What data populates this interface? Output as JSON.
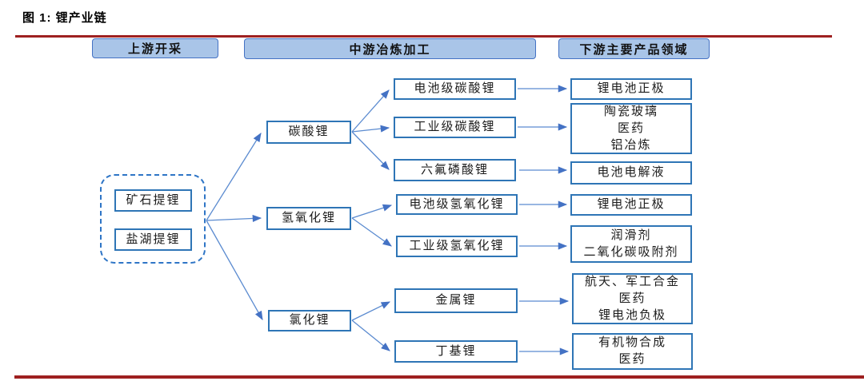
{
  "figure": {
    "title": "图 1: 锂产业链"
  },
  "colors": {
    "node_border_blue": "#2e75b6",
    "header_fill_blue": "#a9c5e8",
    "header_border_blue": "#4472c4",
    "connector_blue": "#4472c4",
    "rule_red": "#9e2020"
  },
  "stage_headers": {
    "upstream": "上游开采",
    "midstream": "中游冶炼加工",
    "downstream": "下游主要产品领域"
  },
  "upstream": {
    "ore_extraction": "矿石提锂",
    "brine_extraction": "盐湖提锂"
  },
  "midstream": {
    "lithium_carbonate": "碳酸锂",
    "lithium_hydroxide": "氢氧化锂",
    "lithium_chloride": "氯化锂"
  },
  "refined_products": {
    "battery_grade_carbonate": "电池级碳酸锂",
    "industrial_grade_carbonate": "工业级碳酸锂",
    "lithium_hexafluorophosphate": "六氟磷酸锂",
    "battery_grade_hydroxide": "电池级氢氧化锂",
    "industrial_grade_hydroxide": "工业级氢氧化锂",
    "lithium_metal": "金属锂",
    "butyllithium": "丁基锂"
  },
  "downstream": {
    "cathode_1": "锂电池正极",
    "ceramics_pharma_aluminum": {
      "lines": [
        "陶瓷玻璃",
        "医药",
        "铝冶炼"
      ]
    },
    "electrolyte": "电池电解液",
    "cathode_2": "锂电池正极",
    "lubricant_adsorbent": {
      "lines": [
        "润滑剂",
        "二氧化碳吸附剂"
      ]
    },
    "aerospace_alloy": {
      "lines": [
        "航天、军工合金",
        "医药",
        "锂电池负极"
      ]
    },
    "organic_synthesis": {
      "lines": [
        "有机物合成",
        "医药"
      ]
    }
  },
  "connections": [
    {
      "from": "矿石提锂/盐湖提锂",
      "to": "碳酸锂"
    },
    {
      "from": "矿石提锂/盐湖提锂",
      "to": "氢氧化锂"
    },
    {
      "from": "矿石提锂/盐湖提锂",
      "to": "氯化锂"
    },
    {
      "from": "碳酸锂",
      "to": "电池级碳酸锂"
    },
    {
      "from": "碳酸锂",
      "to": "工业级碳酸锂"
    },
    {
      "from": "碳酸锂",
      "to": "六氟磷酸锂"
    },
    {
      "from": "氢氧化锂",
      "to": "电池级氢氧化锂"
    },
    {
      "from": "氢氧化锂",
      "to": "工业级氢氧化锂"
    },
    {
      "from": "氯化锂",
      "to": "金属锂"
    },
    {
      "from": "氯化锂",
      "to": "丁基锂"
    },
    {
      "from": "电池级碳酸锂",
      "to": "锂电池正极"
    },
    {
      "from": "工业级碳酸锂",
      "to": "陶瓷玻璃/医药/铝冶炼"
    },
    {
      "from": "六氟磷酸锂",
      "to": "电池电解液"
    },
    {
      "from": "电池级氢氧化锂",
      "to": "锂电池正极"
    },
    {
      "from": "工业级氢氧化锂",
      "to": "润滑剂/二氧化碳吸附剂"
    },
    {
      "from": "金属锂",
      "to": "航天、军工合金/医药/锂电池负极"
    },
    {
      "from": "丁基锂",
      "to": "有机物合成/医药"
    }
  ]
}
